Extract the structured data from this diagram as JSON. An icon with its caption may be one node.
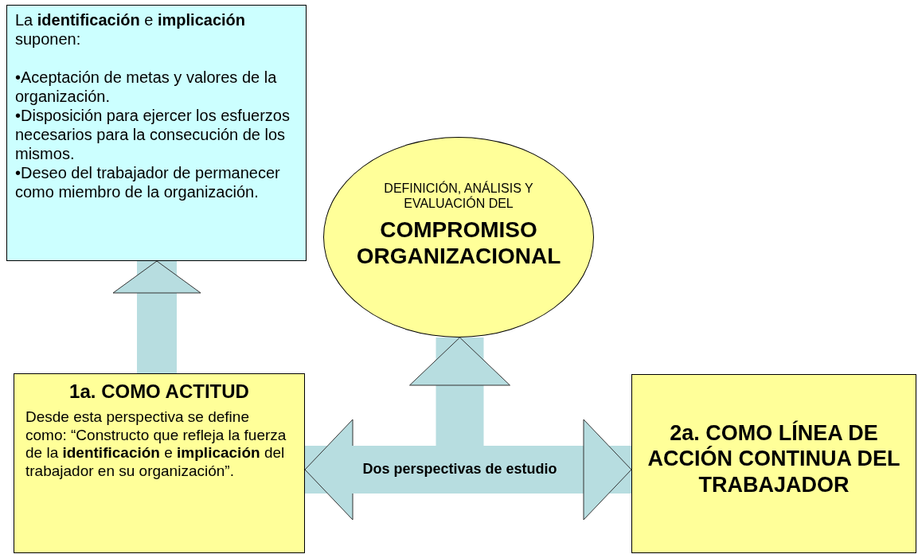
{
  "diagram": {
    "nodes": [
      {
        "text": [
          "La **identificación** e **implicación** suponen:",
          "•Aceptación de metas y valores de la organización.",
          "•Disposición para ejercer los esfuerzos necesarios para la consecución de los mismos.",
          "•Deseo del trabajador de permanecer como miembro de la organización."
        ]
      },
      {
        "text": [
          "DEFINICIÓN, ANÁLISIS Y EVALUACIÓN DEL",
          "COMPROMISO ORGANIZACIONAL"
        ]
      },
      {
        "text": [
          "1a. COMO ACTITUD",
          "Desde esta perspectiva se define como: “Constructo que refleja la fuerza de la **identificación** e **implicación** del trabajador en su organización”."
        ]
      },
      {
        "text": [
          "2a. COMO LÍNEA DE ACCIÓN CONTINUA DEL TRABAJADOR"
        ]
      },
      {
        "text": [
          "Dos perspectivas de estudio"
        ]
      }
    ],
    "edges": [
      {
        "from": 2,
        "to": 0,
        "arrow": "to"
      },
      {
        "from": 4,
        "to": 1,
        "arrow": "to"
      },
      {
        "from": 4,
        "to": 2,
        "arrow": "to"
      },
      {
        "from": 4,
        "to": 3,
        "arrow": "to"
      }
    ]
  }
}
